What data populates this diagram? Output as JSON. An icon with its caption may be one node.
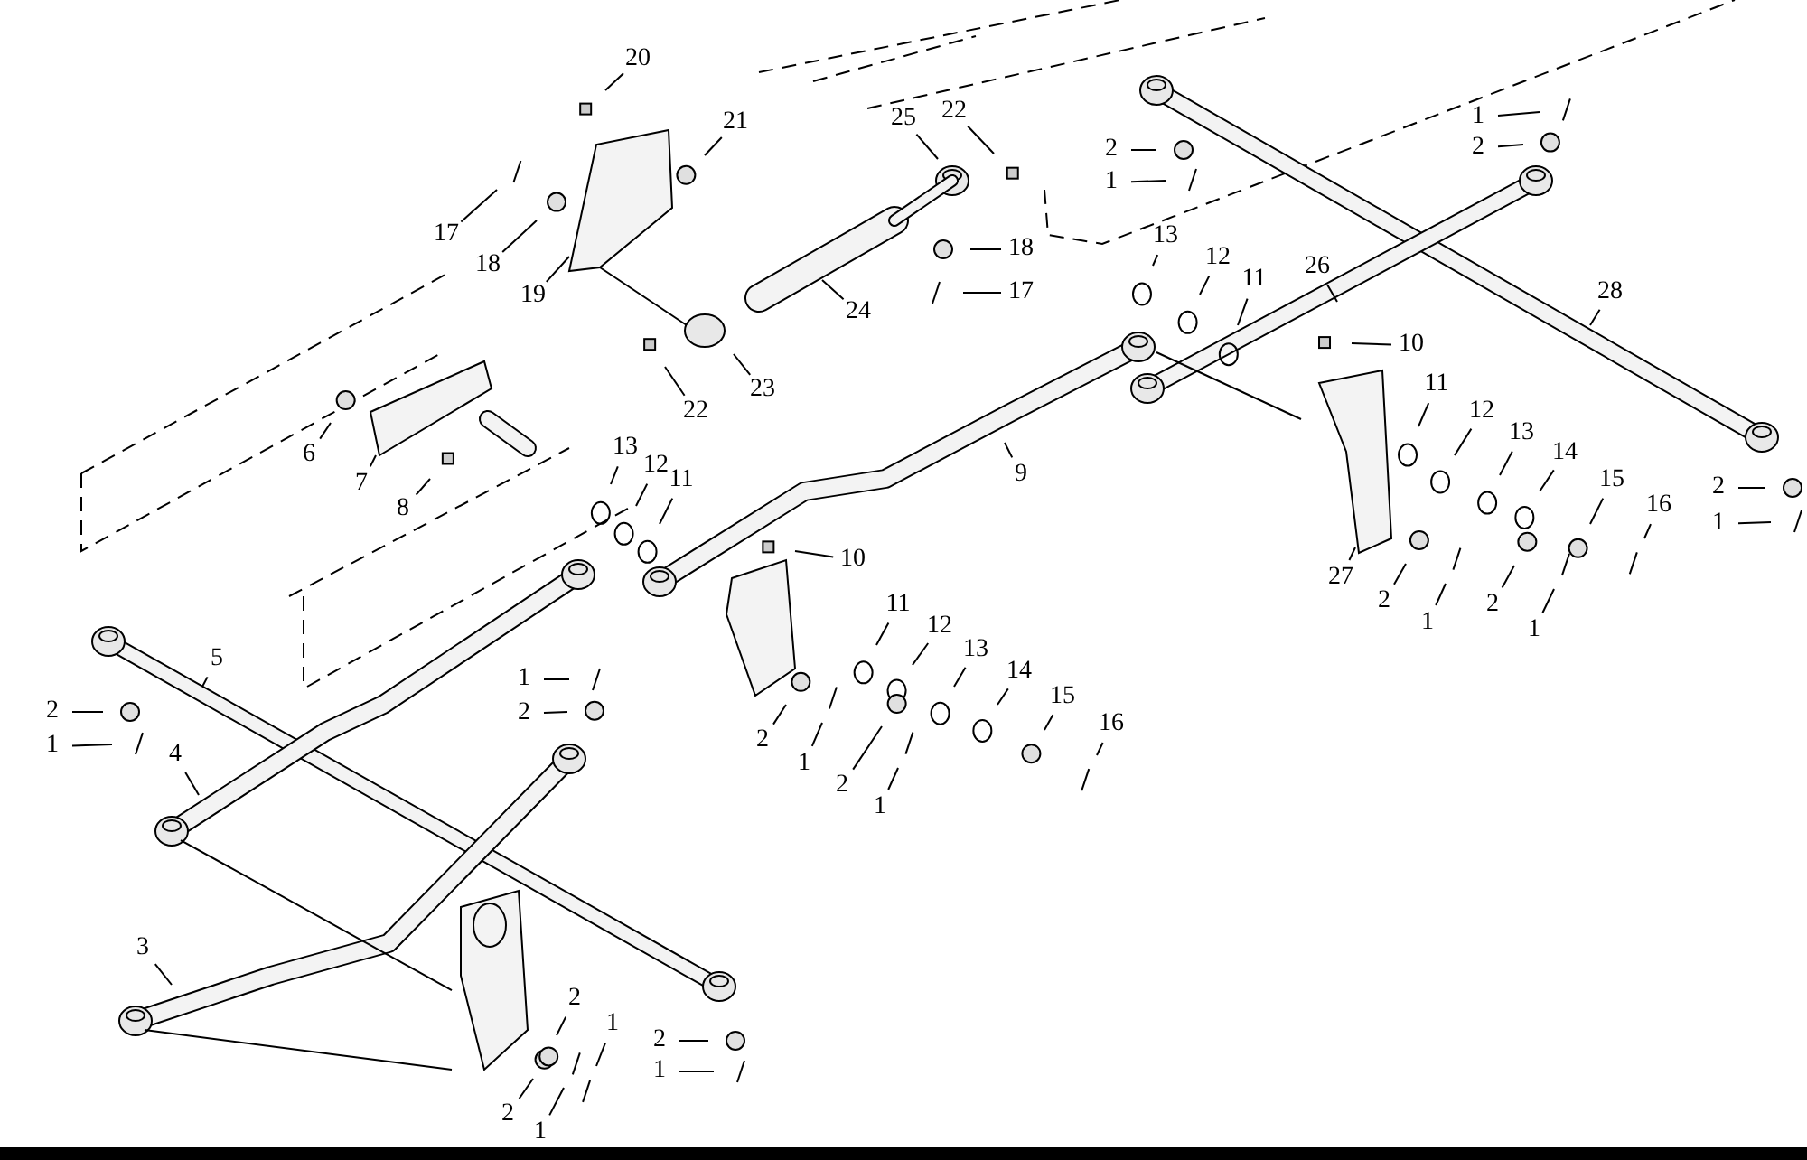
{
  "diagram": {
    "nodes": [
      {
        "text": [
          "20"
        ]
      },
      {
        "text": [
          "21"
        ]
      },
      {
        "text": [
          "17"
        ]
      },
      {
        "text": [
          "18"
        ]
      },
      {
        "text": [
          "19"
        ]
      },
      {
        "text": [
          "22"
        ]
      },
      {
        "text": [
          "25"
        ]
      },
      {
        "text": [
          "18"
        ]
      },
      {
        "text": [
          "17"
        ]
      },
      {
        "text": [
          "24"
        ]
      },
      {
        "text": [
          "23"
        ]
      },
      {
        "text": [
          "22"
        ]
      },
      {
        "text": [
          "6"
        ]
      },
      {
        "text": [
          "7"
        ]
      },
      {
        "text": [
          "8"
        ]
      },
      {
        "text": [
          "13"
        ]
      },
      {
        "text": [
          "12"
        ]
      },
      {
        "text": [
          "11"
        ]
      },
      {
        "text": [
          "2"
        ]
      },
      {
        "text": [
          "1"
        ]
      },
      {
        "text": [
          "1"
        ]
      },
      {
        "text": [
          "2"
        ]
      },
      {
        "text": [
          "13"
        ]
      },
      {
        "text": [
          "12"
        ]
      },
      {
        "text": [
          "11"
        ]
      },
      {
        "text": [
          "26"
        ]
      },
      {
        "text": [
          "28"
        ]
      },
      {
        "text": [
          "10"
        ]
      },
      {
        "text": [
          "11"
        ]
      },
      {
        "text": [
          "12"
        ]
      },
      {
        "text": [
          "13"
        ]
      },
      {
        "text": [
          "14"
        ]
      },
      {
        "text": [
          "15"
        ]
      },
      {
        "text": [
          "16"
        ]
      },
      {
        "text": [
          "2"
        ]
      },
      {
        "text": [
          "1"
        ]
      },
      {
        "text": [
          "9"
        ]
      },
      {
        "text": [
          "27"
        ]
      },
      {
        "text": [
          "2"
        ]
      },
      {
        "text": [
          "1"
        ]
      },
      {
        "text": [
          "2"
        ]
      },
      {
        "text": [
          "1"
        ]
      },
      {
        "text": [
          "10"
        ]
      },
      {
        "text": [
          "5"
        ]
      },
      {
        "text": [
          "2"
        ]
      },
      {
        "text": [
          "1"
        ]
      },
      {
        "text": [
          "1"
        ]
      },
      {
        "text": [
          "2"
        ]
      },
      {
        "text": [
          "11"
        ]
      },
      {
        "text": [
          "12"
        ]
      },
      {
        "text": [
          "13"
        ]
      },
      {
        "text": [
          "14"
        ]
      },
      {
        "text": [
          "15"
        ]
      },
      {
        "text": [
          "16"
        ]
      },
      {
        "text": [
          "2"
        ]
      },
      {
        "text": [
          "1"
        ]
      },
      {
        "text": [
          "2"
        ]
      },
      {
        "text": [
          "1"
        ]
      },
      {
        "text": [
          "4"
        ]
      },
      {
        "text": [
          "3"
        ]
      },
      {
        "text": [
          "2"
        ]
      },
      {
        "text": [
          "1"
        ]
      },
      {
        "text": [
          "2"
        ]
      },
      {
        "text": [
          "1"
        ]
      },
      {
        "text": [
          "2"
        ]
      },
      {
        "text": [
          "1"
        ]
      }
    ],
    "edges": [
      {
        "from": 0,
        "to": null,
        "arrow": "none"
      },
      {
        "from": 1,
        "to": null,
        "arrow": "none"
      },
      {
        "from": 2,
        "to": null,
        "arrow": "none"
      },
      {
        "from": 3,
        "to": null,
        "arrow": "none"
      },
      {
        "from": 4,
        "to": null,
        "arrow": "none"
      },
      {
        "from": 5,
        "to": null,
        "arrow": "none"
      },
      {
        "from": 6,
        "to": null,
        "arrow": "none"
      },
      {
        "from": 7,
        "to": null,
        "arrow": "none"
      },
      {
        "from": 8,
        "to": null,
        "arrow": "none"
      },
      {
        "from": 9,
        "to": null,
        "arrow": "none"
      },
      {
        "from": 10,
        "to": null,
        "arrow": "none"
      },
      {
        "from": 11,
        "to": null,
        "arrow": "none"
      },
      {
        "from": 12,
        "to": null,
        "arrow": "none"
      },
      {
        "from": 13,
        "to": null,
        "arrow": "none"
      },
      {
        "from": 14,
        "to": null,
        "arrow": "none"
      },
      {
        "from": 15,
        "to": null,
        "arrow": "none"
      },
      {
        "from": 16,
        "to": null,
        "arrow": "none"
      },
      {
        "from": 17,
        "to": null,
        "arrow": "none"
      },
      {
        "from": 18,
        "to": null,
        "arrow": "none"
      },
      {
        "from": 19,
        "to": null,
        "arrow": "none"
      },
      {
        "from": 20,
        "to": null,
        "arrow": "none"
      },
      {
        "from": 21,
        "to": null,
        "arrow": "none"
      },
      {
        "from": 22,
        "to": null,
        "arrow": "none"
      },
      {
        "from": 23,
        "to": null,
        "arrow": "none"
      },
      {
        "from": 24,
        "to": null,
        "arrow": "none"
      },
      {
        "from": 25,
        "to": null,
        "arrow": "none"
      },
      {
        "from": 26,
        "to": null,
        "arrow": "none"
      },
      {
        "from": 27,
        "to": null,
        "arrow": "none"
      },
      {
        "from": 28,
        "to": null,
        "arrow": "none"
      },
      {
        "from": 29,
        "to": null,
        "arrow": "none"
      },
      {
        "from": 30,
        "to": null,
        "arrow": "none"
      },
      {
        "from": 31,
        "to": null,
        "arrow": "none"
      },
      {
        "from": 32,
        "to": null,
        "arrow": "none"
      },
      {
        "from": 33,
        "to": null,
        "arrow": "none"
      },
      {
        "from": 34,
        "to": null,
        "arrow": "none"
      },
      {
        "from": 35,
        "to": null,
        "arrow": "none"
      },
      {
        "from": 36,
        "to": null,
        "arrow": "none"
      },
      {
        "from": 37,
        "to": null,
        "arrow": "none"
      },
      {
        "from": 38,
        "to": null,
        "arrow": "none"
      },
      {
        "from": 39,
        "to": null,
        "arrow": "none"
      },
      {
        "from": 40,
        "to": null,
        "arrow": "none"
      },
      {
        "from": 41,
        "to": null,
        "arrow": "none"
      },
      {
        "from": 42,
        "to": null,
        "arrow": "none"
      },
      {
        "from": 43,
        "to": null,
        "arrow": "none"
      },
      {
        "from": 44,
        "to": null,
        "arrow": "none"
      },
      {
        "from": 45,
        "to": null,
        "arrow": "none"
      },
      {
        "from": 46,
        "to": null,
        "arrow": "none"
      },
      {
        "from": 47,
        "to": null,
        "arrow": "none"
      },
      {
        "from": 48,
        "to": null,
        "arrow": "none"
      },
      {
        "from": 49,
        "to": null,
        "arrow": "none"
      },
      {
        "from": 50,
        "to": null,
        "arrow": "none"
      },
      {
        "from": 51,
        "to": null,
        "arrow": "none"
      },
      {
        "from": 52,
        "to": null,
        "arrow": "none"
      },
      {
        "from": 53,
        "to": null,
        "arrow": "none"
      },
      {
        "from": 54,
        "to": null,
        "arrow": "none"
      },
      {
        "from": 55,
        "to": null,
        "arrow": "none"
      },
      {
        "from": 56,
        "to": null,
        "arrow": "none"
      },
      {
        "from": 57,
        "to": null,
        "arrow": "none"
      },
      {
        "from": 58,
        "to": null,
        "arrow": "none"
      },
      {
        "from": 59,
        "to": null,
        "arrow": "none"
      },
      {
        "from": 60,
        "to": null,
        "arrow": "none"
      },
      {
        "from": 61,
        "to": null,
        "arrow": "none"
      },
      {
        "from": 62,
        "to": null,
        "arrow": "none"
      },
      {
        "from": 63,
        "to": null,
        "arrow": "none"
      },
      {
        "from": 64,
        "to": null,
        "arrow": "none"
      },
      {
        "from": 65,
        "to": null,
        "arrow": "none"
      }
    ]
  }
}
